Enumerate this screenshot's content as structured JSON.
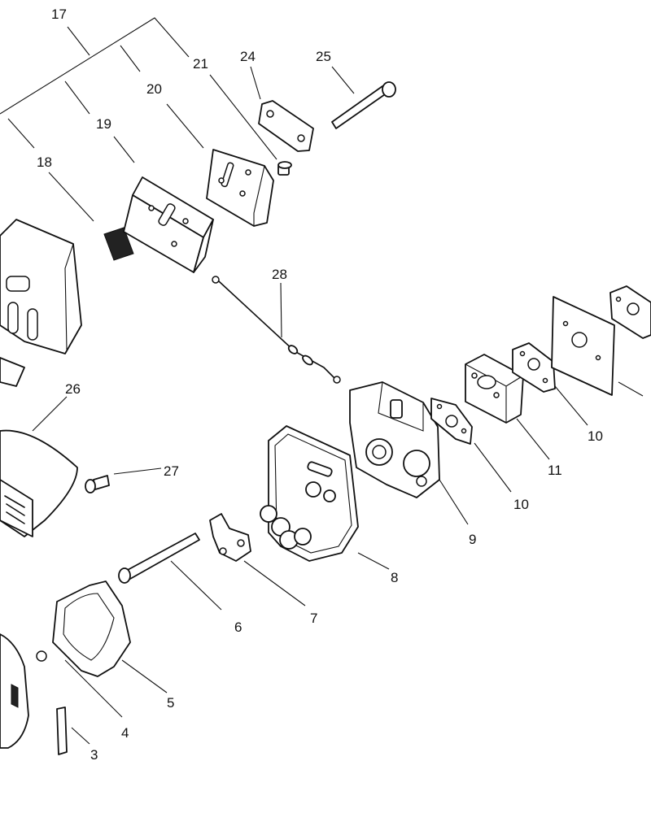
{
  "labels": {
    "p3": "3",
    "p4": "4",
    "p5": "5",
    "p6": "6",
    "p7": "7",
    "p8": "8",
    "p9": "9",
    "p10a": "10",
    "p10b": "10",
    "p11": "11",
    "p17": "17",
    "p18": "18",
    "p19": "19",
    "p20": "20",
    "p21": "21",
    "p24": "24",
    "p25": "25",
    "p26": "26",
    "p27": "27",
    "p28": "28"
  }
}
